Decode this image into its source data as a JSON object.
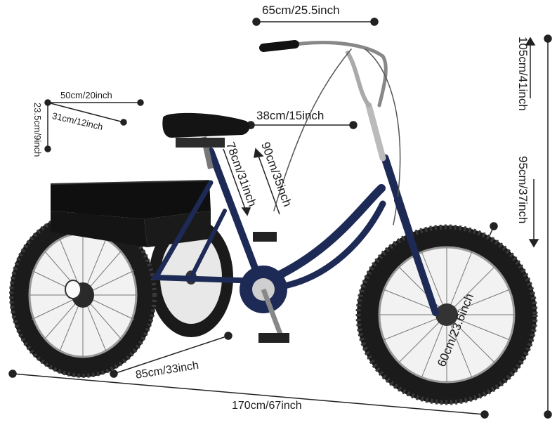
{
  "dimensions": {
    "handlebar_width": "65cm/25.5inch",
    "basket_width": "50cm/20inch",
    "basket_depth": "31cm/12inch",
    "basket_height": "23.5cm/9inch",
    "seat_to_handlebar": "38cm/15inch",
    "seat_height_max": "90cm/35inch",
    "seat_height_min": "78cm/31inch",
    "overall_height_max": "105cm/41inch",
    "overall_height_min": "95cm/37inch",
    "wheelbase": "85cm/33inch",
    "wheel_diameter": "60cm/23.6inch",
    "overall_length": "170cm/67inch"
  },
  "colors": {
    "frame": "#1c2a55",
    "tire": "#1a1a1a",
    "basket": "#111111",
    "line": "#222222"
  }
}
